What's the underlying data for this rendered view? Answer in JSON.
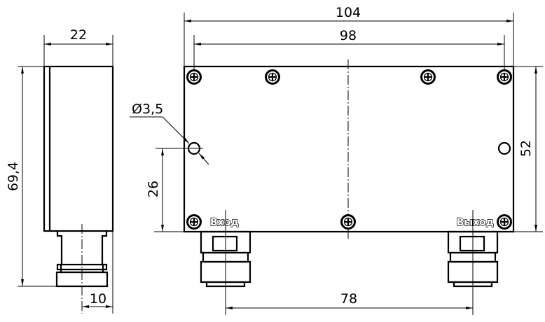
{
  "drawing": {
    "side_view": {
      "width_dimension": "22",
      "height_dimension": "69,4",
      "connector_offset_dimension": "10"
    },
    "front_view": {
      "overall_length_dimension": "104",
      "hole_spacing_dimension": "98",
      "height_dimension": "52",
      "hole_height_dimension": "26",
      "hole_diameter_dimension": "Ø3,5",
      "connector_spacing_dimension": "78",
      "input_label": "Вход",
      "output_label": "Выход"
    }
  }
}
